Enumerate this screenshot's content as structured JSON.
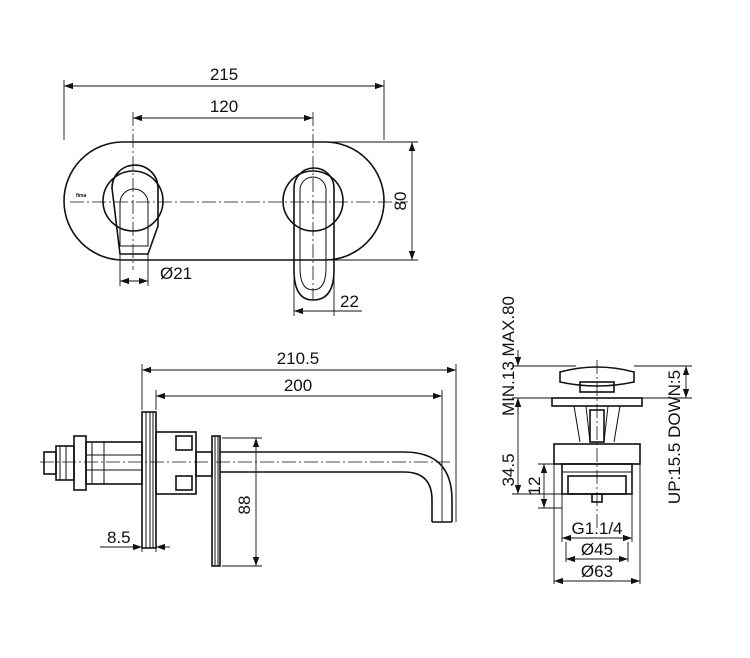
{
  "drawing": {
    "front_view": {
      "logo_text": "fima",
      "dimensions": {
        "plate_width": "215",
        "center_distance": "120",
        "plate_height": "80",
        "spout_diameter": "Ø21",
        "lever_width": "22"
      }
    },
    "side_view": {
      "dimensions": {
        "total_length": "210.5",
        "spout_length": "200",
        "cover_height": "88",
        "flange_offset": "8.5"
      }
    },
    "waste_valve": {
      "dimensions": {
        "min_max": "MIN.13 MAX.80",
        "up_down": "UP:15.5 DOWN:5",
        "body_height": "34.5",
        "thread_height": "12",
        "thread": "G1.1/4",
        "inner_diameter": "Ø45",
        "outer_diameter": "Ø63"
      }
    }
  }
}
